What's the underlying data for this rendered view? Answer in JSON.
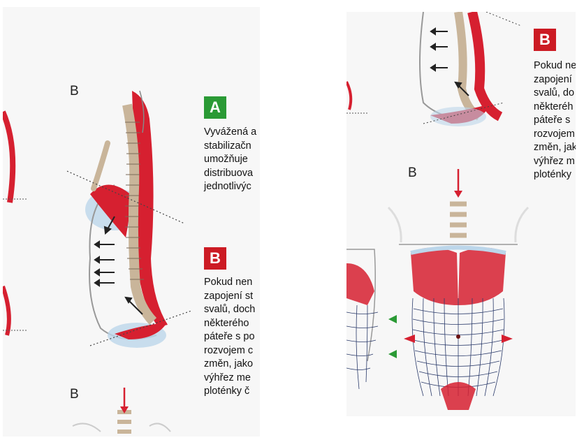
{
  "left_panel": {
    "label_b_top": "B",
    "label_b_bottom": "B",
    "badge_a": "A",
    "badge_b": "B",
    "text_a": [
      "Vyvážená a",
      "stabilizačn",
      "umožňuje",
      "distribuova",
      "jednotlivýc"
    ],
    "text_b": [
      "Pokud nen",
      "zapojení st",
      "svalů, doch",
      "některého",
      "páteře s po",
      "rozvojem c",
      "změn, jako",
      "výhřez me",
      "ploténky č"
    ]
  },
  "right_panel": {
    "label_b": "B",
    "badge_b": "B",
    "text_b": [
      "Pokud ne",
      "zapojení",
      "svalů, do",
      "některéh",
      "páteře s",
      "rozvojem",
      "změn, jak",
      "výhřez m",
      "ploténky"
    ]
  },
  "colors": {
    "badge_green": "#2a9a35",
    "badge_red": "#cc1b24",
    "muscle_red": "#d62030",
    "bone": "#c9b59a",
    "diaphragm_blue": "#bcd6ea"
  }
}
